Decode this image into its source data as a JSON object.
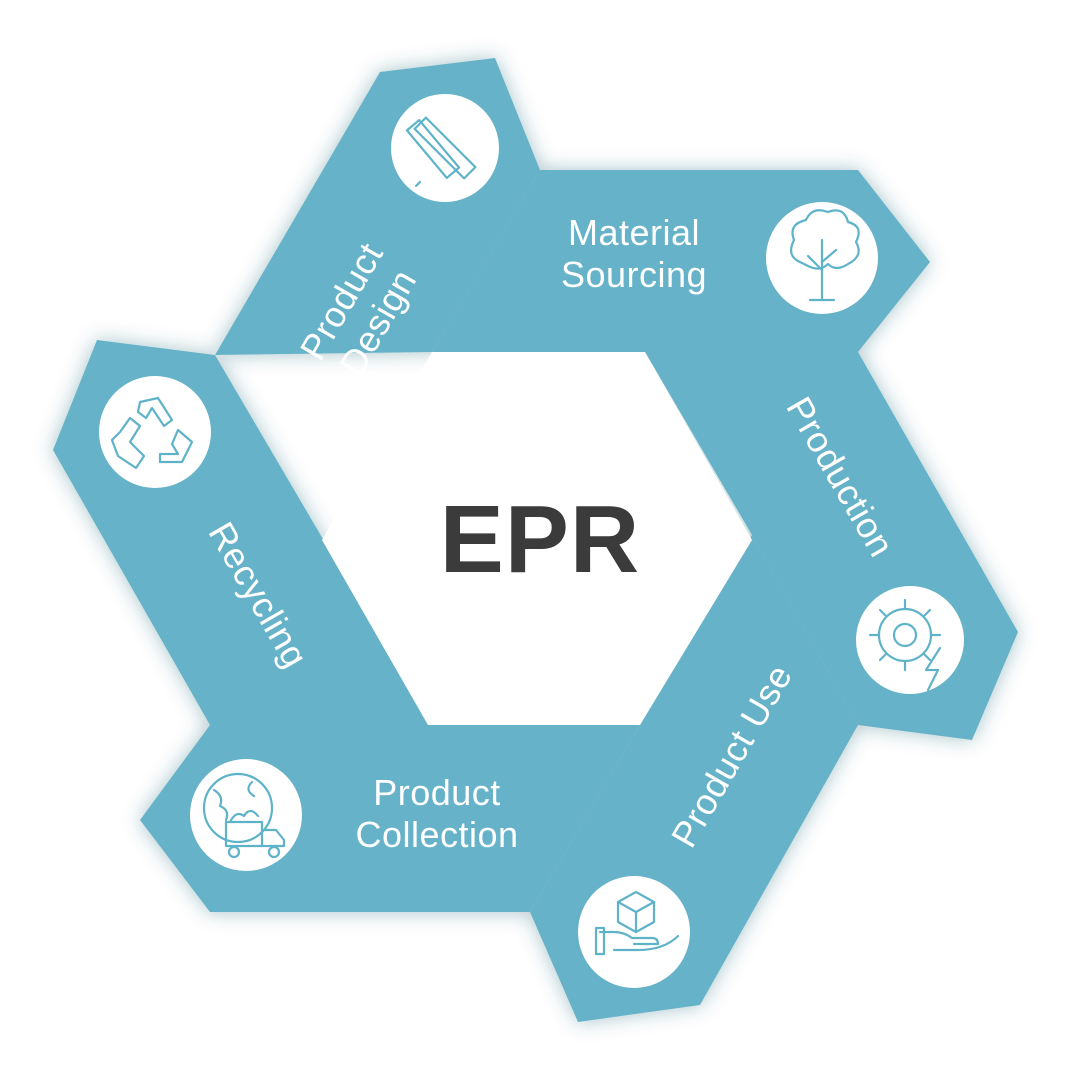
{
  "colors": {
    "accent": "#66b2c8",
    "icon_stroke": "#5fb3c9",
    "center_text": "#3b3b3b"
  },
  "center": {
    "title": "EPR"
  },
  "stages": [
    {
      "id": "product-design",
      "line1": "Product",
      "line2": "Design",
      "icon": "pencil-ruler-icon"
    },
    {
      "id": "material-sourcing",
      "line1": "Material",
      "line2": "Sourcing",
      "icon": "tree-icon"
    },
    {
      "id": "production",
      "line1": "Production",
      "line2": "",
      "icon": "gear-lightning-icon"
    },
    {
      "id": "product-use",
      "line1": "Product Use",
      "line2": "",
      "icon": "hand-box-icon"
    },
    {
      "id": "product-collection",
      "line1": "Product",
      "line2": "Collection",
      "icon": "globe-truck-icon"
    },
    {
      "id": "recycling",
      "line1": "Recycling",
      "line2": "",
      "icon": "recycle-icon"
    }
  ]
}
